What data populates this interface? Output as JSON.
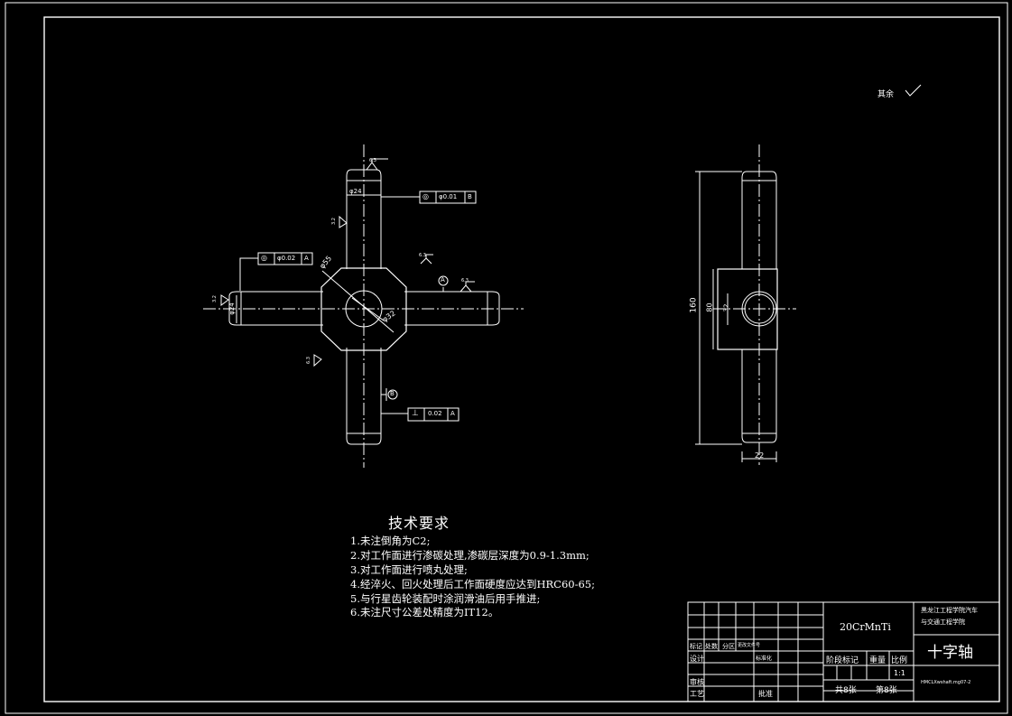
{
  "roughness_note": "其余",
  "technical_requirements": {
    "title": "技术要求",
    "items": [
      "1.未注倒角为C2;",
      "2.对工作面进行渗碳处理,渗碳层深度为0.9-1.3mm;",
      "3.对工作面进行喷丸处理;",
      "4.经淬火、回火处理后工作面硬度应达到HRC60-65;",
      "5.与行星齿轮装配时涂润滑油后用手推进;",
      "6.未注尺寸公差处精度为IT12。"
    ]
  },
  "front_view": {
    "diameter_shaft": "φ24",
    "diameter_boss": "φ55",
    "diameter_hole": "φ32",
    "diameter_left": "φ24",
    "tolerance_frame_top": {
      "symbol": "◎",
      "value": "φ0.01",
      "datum": "B"
    },
    "tolerance_frame_left": {
      "symbol": "◎",
      "value": "φ0.02",
      "datum": "A"
    },
    "tolerance_frame_bottom": {
      "symbol": "⊥",
      "value": "0.02",
      "datum": "A"
    },
    "datum_a": "A",
    "datum_b": "B",
    "roughness_values": [
      "6.3",
      "3.2",
      "6.3",
      "6.3",
      "3.2",
      "6.3"
    ]
  },
  "side_view": {
    "dim_length": "160",
    "dim_boss": "80",
    "dim_hole": "32",
    "dim_width": "22"
  },
  "title_block": {
    "material": "20CrMnTi",
    "school": [
      "黑龙江工程学院汽车",
      "与交通工程学院"
    ],
    "part_name": "十字轴",
    "drawing_number": "HMCLXwshaft.mg07-2",
    "scale": "1:1",
    "headers": {
      "stage_mark": "阶段标记",
      "weight": "重量",
      "ratio": "比例",
      "mark": "标记",
      "count": "处数",
      "zone": "分区",
      "change_doc": "更改文件号",
      "design": "设计",
      "standard": "标准化",
      "review": "审核",
      "process": "工艺",
      "approve": "批准"
    },
    "sheet_total": "共8张",
    "sheet_no": "第8张"
  },
  "colors": {
    "background": "#000000",
    "line": "#ffffff"
  }
}
